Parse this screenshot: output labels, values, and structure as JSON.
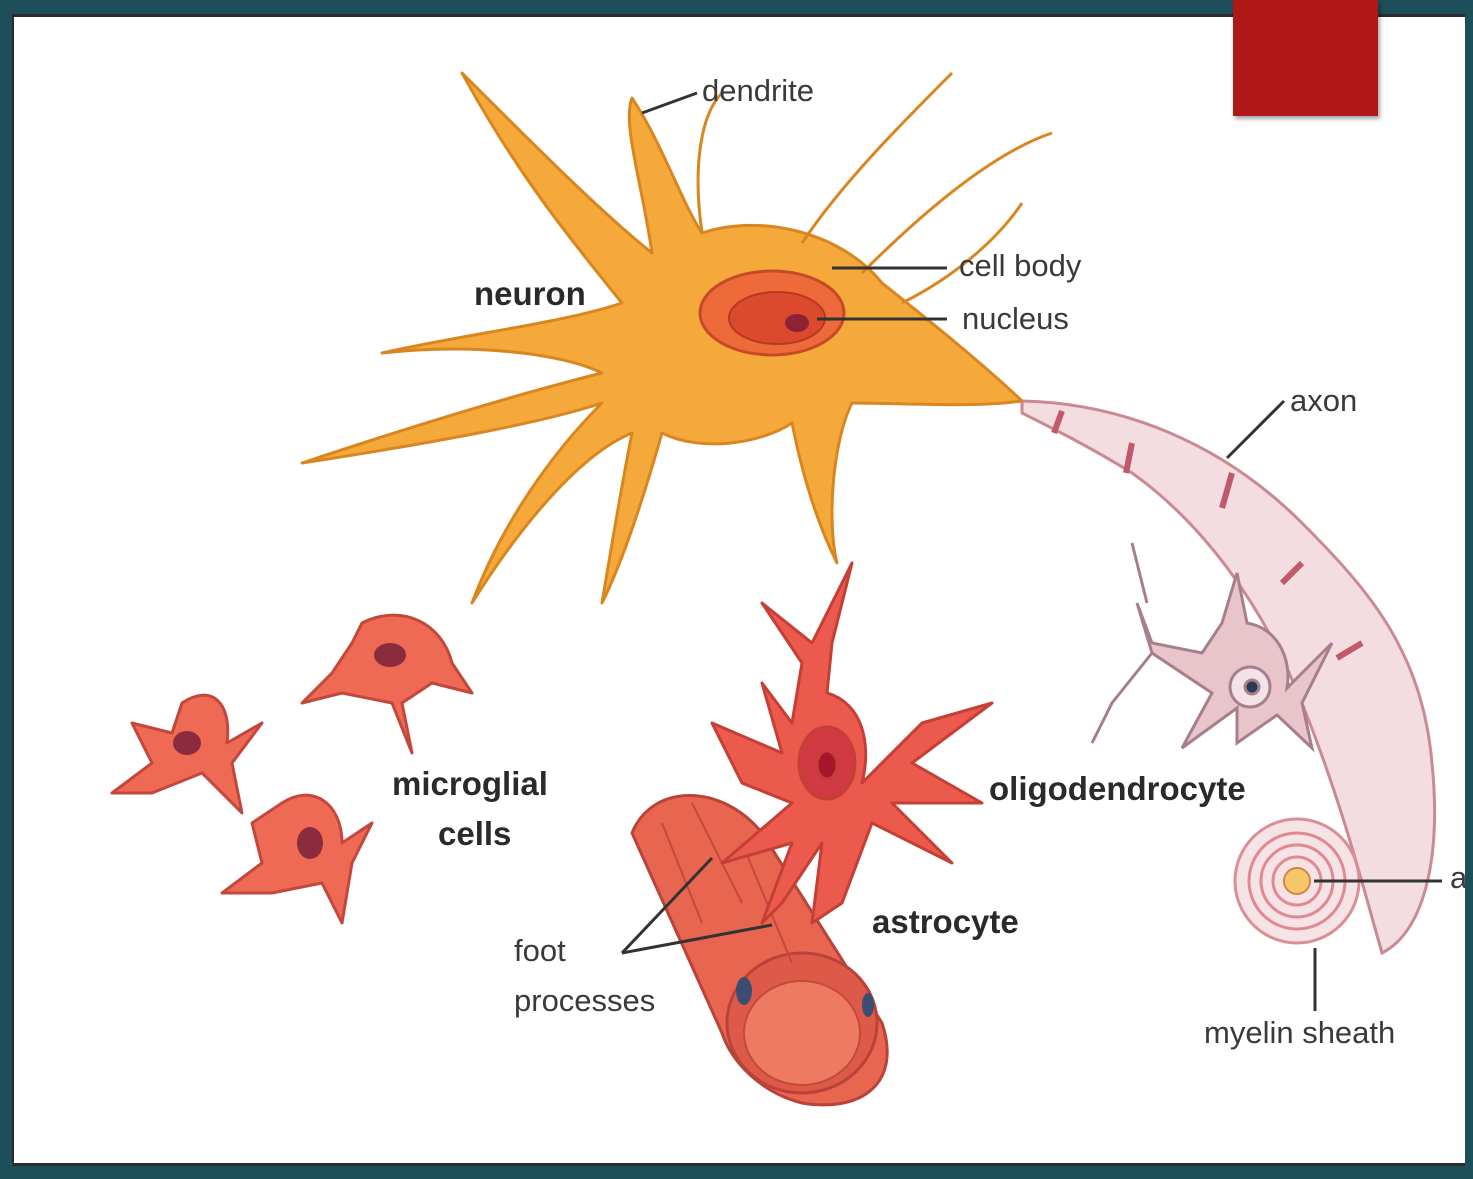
{
  "colors": {
    "background": "#1d4f5a",
    "accent": "#b01817",
    "neuron": "#f6a93b",
    "glia": "#ec5a4d",
    "oligodendrocyte": "#edc9cf",
    "vessel": "#e2503f"
  },
  "labels": {
    "dendrite": "dendrite",
    "neuron": "neuron",
    "cell_body": "cell body",
    "nucleus": "nucleus",
    "axon": "axon",
    "microglial_1": "microglial",
    "microglial_2": "cells",
    "oligodendrocyte": "oligodendrocyte",
    "astrocyte": "astrocyte",
    "foot_1": "foot",
    "foot_2": "processes",
    "myelin_sheath": "myelin sheath",
    "axon_cut": "a"
  }
}
